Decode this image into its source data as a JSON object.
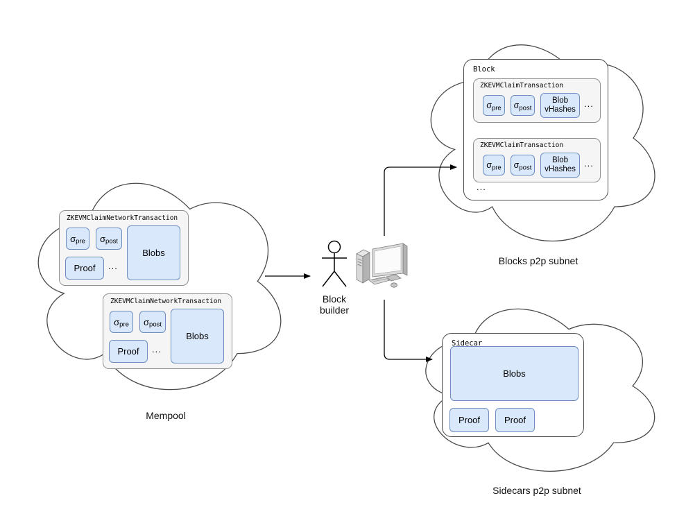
{
  "mempool": {
    "label": "Mempool",
    "transactions": [
      {
        "title": "ZKEVMClaimNetworkTransaction",
        "sigma": "σ",
        "pre": "pre",
        "post": "post",
        "proof": "Proof",
        "ellipsis": "...",
        "blobs": "Blobs"
      },
      {
        "title": "ZKEVMClaimNetworkTransaction",
        "sigma": "σ",
        "pre": "pre",
        "post": "post",
        "proof": "Proof",
        "ellipsis": "...",
        "blobs": "Blobs"
      }
    ]
  },
  "block_builder": {
    "label_line1": "Block",
    "label_line2": "builder"
  },
  "blocks_subnet": {
    "label": "Blocks p2p subnet",
    "block": {
      "title": "Block",
      "ellipsis": "...",
      "transactions": [
        {
          "title": "ZKEVMClaimTransaction",
          "sigma": "σ",
          "pre": "pre",
          "post": "post",
          "blob_line1": "Blob",
          "blob_line2": "vHashes",
          "ellipsis": "..."
        },
        {
          "title": "ZKEVMClaimTransaction",
          "sigma": "σ",
          "pre": "pre",
          "post": "post",
          "blob_line1": "Blob",
          "blob_line2": "vHashes",
          "ellipsis": "..."
        }
      ]
    }
  },
  "sidecars_subnet": {
    "label": "Sidecars p2p subnet",
    "sidecar": {
      "title": "Sidecar",
      "blobs": "Blobs",
      "proofs": [
        "Proof",
        "Proof"
      ]
    }
  },
  "colors": {
    "chip_fill": "#dae8fc",
    "chip_border": "#6c8ebf",
    "panel_fill": "#f5f5f5",
    "panel_border": "#909090",
    "line": "#000000"
  }
}
